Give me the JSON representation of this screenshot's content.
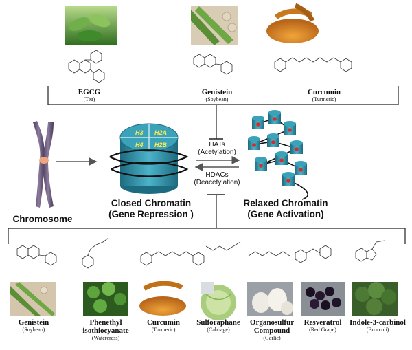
{
  "top_compounds": [
    {
      "name": "EGCG",
      "source": "(Tea)"
    },
    {
      "name": "Genistein",
      "source": "(Soybean)"
    },
    {
      "name": "Curcumin",
      "source": "(Turmeric)"
    }
  ],
  "center": {
    "chromosome_label": "Chromosome",
    "closed_title": "Closed Chromatin",
    "closed_sub": "(Gene Repression )",
    "relaxed_title": "Relaxed Chromatin",
    "relaxed_sub": "(Gene Activation)",
    "hats_label": "HATs",
    "hats_sub": "(Acetylation)",
    "hdacs_label": "HDACs",
    "hdacs_sub": "(Deacetylation)",
    "histones": [
      "H3",
      "H2A",
      "H4",
      "H2B"
    ]
  },
  "bottom_compounds": [
    {
      "name": "Genistein",
      "name2": "",
      "name3": "",
      "source": "(Soybean)"
    },
    {
      "name": "Phenethyl",
      "name2": "isothiocyanate",
      "name3": "",
      "source": "(Watercress)"
    },
    {
      "name": "Curcumin",
      "name2": "",
      "name3": "",
      "source": "(Turmeric)"
    },
    {
      "name": "Sulforaphane",
      "name2": "",
      "name3": "",
      "source": "(Cabbage)"
    },
    {
      "name": "Organosulfur",
      "name2": "Compound",
      "name3": "",
      "source": "(Garlic)"
    },
    {
      "name": "Resveratrol",
      "name2": "",
      "name3": "",
      "source": "(Red Grape)"
    },
    {
      "name": "Indole-3-carbinol",
      "name2": "",
      "name3": "",
      "source": "(Broccoli)"
    }
  ],
  "colors": {
    "line": "#222222",
    "chromosome": "#6b5a7a",
    "centromere": "#f1a57c",
    "nucleosome": "#2f8fa6",
    "nucleosome_dark": "#1d6b80",
    "dot_red": "#d82a2a",
    "turmeric": "#d98a1e",
    "leaf_green": "#4c8f2f",
    "bean": "#cdbfa9"
  }
}
